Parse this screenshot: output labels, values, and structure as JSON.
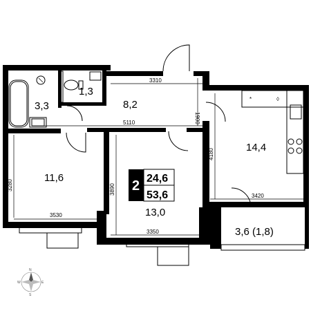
{
  "rooms": {
    "bathroom": "3,3",
    "toilet": "1,3",
    "hallway": "8,2",
    "bedroom": "11,6",
    "living_room": "13,0",
    "kitchen": "14,4",
    "balcony": "3,6 (1,8)"
  },
  "dimensions": {
    "hallway_width": "3310",
    "hallway_depth": "1900",
    "corridor_length": "5110",
    "bedroom_height": "3280",
    "bedroom_width": "3530",
    "living_height": "3890",
    "living_width": "3350",
    "kitchen_height": "4180",
    "kitchen_width": "3420"
  },
  "summary": {
    "rooms_count": "2",
    "living_area": "24,6",
    "total_area": "53,6"
  },
  "compass": {
    "n": "N",
    "e": "E",
    "s": "S",
    "w": "W"
  }
}
